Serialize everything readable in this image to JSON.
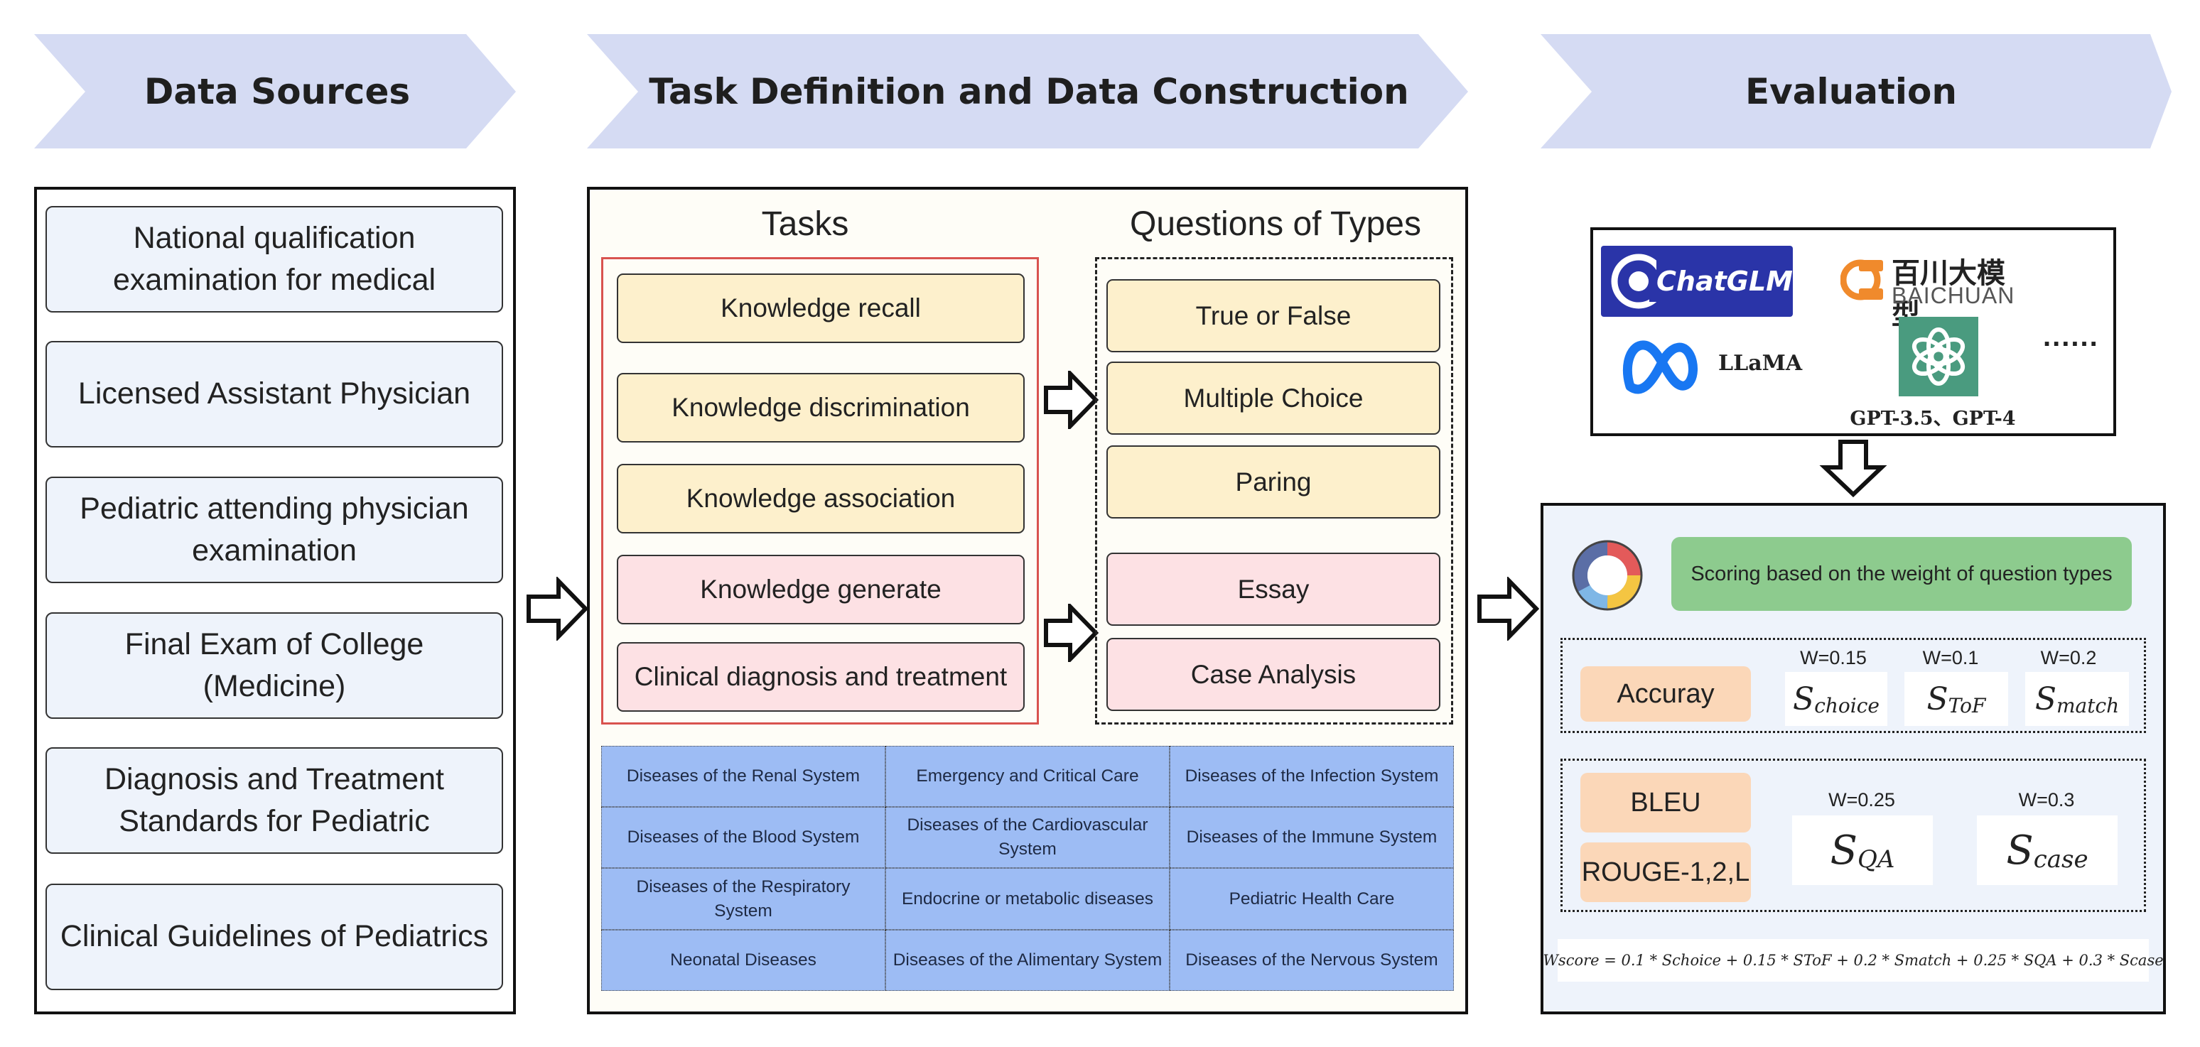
{
  "header": {
    "sources": "Data Sources",
    "task_def": "Task Definition and Data Construction",
    "evaluation": "Evaluation"
  },
  "data_sources": [
    "National qualification examination for medical",
    "Licensed Assistant Physician",
    "Pediatric attending physician examination",
    "Final Exam of College (Medicine)",
    "Diagnosis and Treatment Standards for Pediatric",
    "Clinical Guidelines of Pediatrics"
  ],
  "tasks": {
    "title": "Tasks",
    "items": [
      "Knowledge recall",
      "Knowledge discrimination",
      "Knowledge association",
      "Knowledge generate",
      "Clinical diagnosis and treatment"
    ]
  },
  "question_types": {
    "title": "Questions of Types",
    "items": [
      "True or False",
      "Multiple Choice",
      "Paring",
      "Essay",
      "Case Analysis"
    ]
  },
  "diseases": [
    [
      "Diseases of the Renal System",
      "Emergency and Critical Care",
      "Diseases of the Infection System"
    ],
    [
      "Diseases of the Blood System",
      "Diseases of the Cardiovascular System",
      "Diseases of the Immune System"
    ],
    [
      "Diseases of the Respiratory System",
      "Endocrine or metabolic diseases",
      "Pediatric Health Care"
    ],
    [
      "Neonatal Diseases",
      "Diseases of the Alimentary System",
      "Diseases of the Nervous System"
    ]
  ],
  "models": {
    "chatglm": "ChatGLM",
    "baichuan_cn": "百川大模型",
    "baichuan_en": "BAICHUAN",
    "llama": "LLaMA",
    "gpt": "GPT-3.5、GPT-4",
    "more": "......"
  },
  "scoring": {
    "title": "Scoring based on the weight of question types",
    "accuracy_label": "Accuray",
    "bleu_label": "BLEU",
    "rouge_label": "ROUGE-1,2,L",
    "w_choice": "W=0.15",
    "w_tof": "W=0.1",
    "w_match": "W=0.2",
    "w_qa": "W=0.25",
    "w_case": "W=0.3",
    "s_letter": "S",
    "sub_choice": "choice",
    "sub_tof": "ToF",
    "sub_match": "match",
    "sub_qa": "QA",
    "sub_case": "case",
    "formula": "Wscore = 0.1 * Schoice + 0.15 * SToF + 0.2 * Smatch + 0.25 * SQA + 0.3 * Scase"
  },
  "colors": {
    "chevron": "#d5dbf3",
    "yellow": "#fdf0cc",
    "pink": "#fde1e4",
    "disease_cell": "#9dbcf4",
    "score_green": "#8dcb8e",
    "metric_orange": "#fbd7b8",
    "task_frame_red": "#d9534f"
  },
  "icons": [
    "chatglm-logo",
    "baichuan-logo",
    "meta-logo",
    "openai-logo",
    "donut-chart-icon",
    "hollow-arrow-icon"
  ]
}
